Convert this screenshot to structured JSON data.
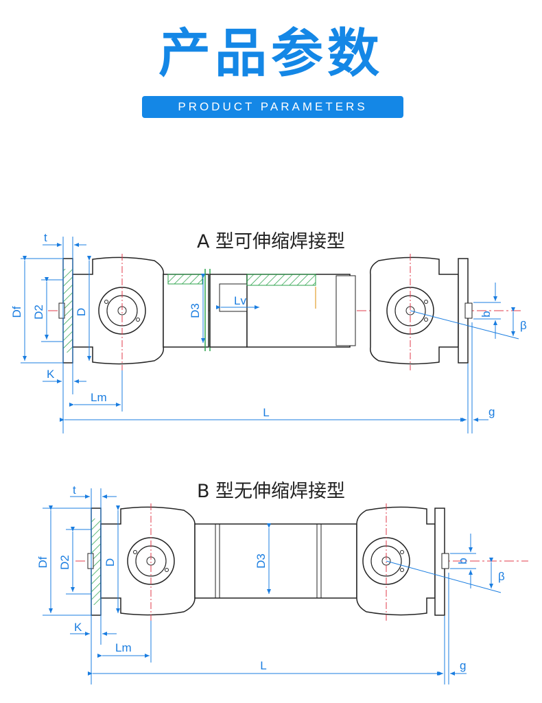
{
  "header": {
    "title": "产品参数",
    "subtitle": "PRODUCT PARAMETERS"
  },
  "diagram_a": {
    "title": "A 型可伸缩焊接型",
    "labels": {
      "t": "t",
      "df": "Df",
      "d2": "D2",
      "d": "D",
      "d3": "D3",
      "lv": "Lv",
      "b": "b",
      "beta": "β",
      "k": "K",
      "lm": "Lm",
      "l": "L",
      "g": "g"
    }
  },
  "diagram_b": {
    "title": "B 型无伸缩焊接型",
    "labels": {
      "t": "t",
      "df": "Df",
      "d2": "D2",
      "d": "D",
      "d3": "D3",
      "b": "b",
      "beta": "β",
      "k": "K",
      "lm": "Lm",
      "l": "L",
      "g": "g"
    }
  },
  "colors": {
    "accent": "#1487e6",
    "dimension": "#1a7de0",
    "outline": "#222222",
    "centerline": "#e0384a",
    "hatch": "#2aa24a"
  }
}
